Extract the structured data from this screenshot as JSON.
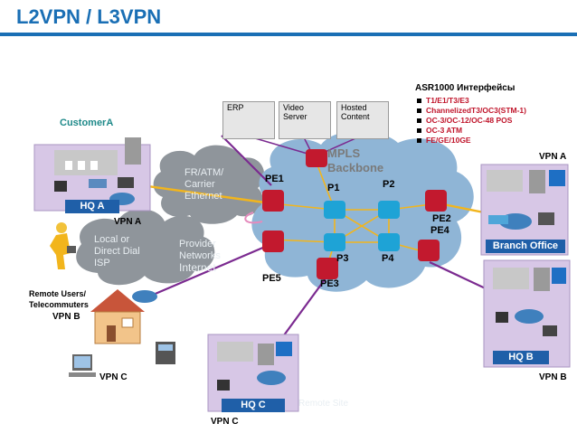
{
  "title": "L2VPN / L3VPN",
  "customer": "CustomerA",
  "specs": {
    "heading": "ASR1000 Интерфейсы",
    "items": [
      "T1/E1/T3/E3",
      "ChannelizedT3/OC3(STM-1)",
      "OC-3/OC-12/OC-48 POS",
      "OC-3 ATM",
      "FE/GE/10GE"
    ]
  },
  "datacenter": {
    "erp": "ERP",
    "video": "Video Server",
    "hosted": "Hosted Content"
  },
  "cloud": {
    "mpls_line1": "MPLS",
    "mpls_line2": "Backbone"
  },
  "access": {
    "fr": "FR/ATM/ Carrier Ethernet",
    "provider": "Provider Networks",
    "internet": "Internet",
    "local": "Local or Direct Dial ISP"
  },
  "routers": {
    "pe1": "PE1",
    "pe2": "PE2",
    "pe3": "PE3",
    "pe4": "PE4",
    "pe5": "PE5",
    "p1": "P1",
    "p2": "P2",
    "p3": "P3",
    "p4": "P4"
  },
  "sites": {
    "hqa": "HQ A",
    "hqb": "HQ B",
    "hqc": "HQ C",
    "branch": "Branch Office",
    "remote_site": "Remote Site",
    "remote_users": "Remote Users/ Telecommuters"
  },
  "vpn_labels": {
    "hqa": "VPN A",
    "branch": "VPN A",
    "remote_users": "VPN B",
    "hqb": "VPN B",
    "home": "VPN C",
    "hqc": "VPN C"
  },
  "colors": {
    "title": "#1a6fb5",
    "specs": "#c0152b",
    "vpn_a_link": "#f2b51c",
    "vpn_b_link": "#7b2a90",
    "vpn_c_link": "#7b2a90",
    "router": "#c2192e",
    "site": "#d7c7e6"
  }
}
